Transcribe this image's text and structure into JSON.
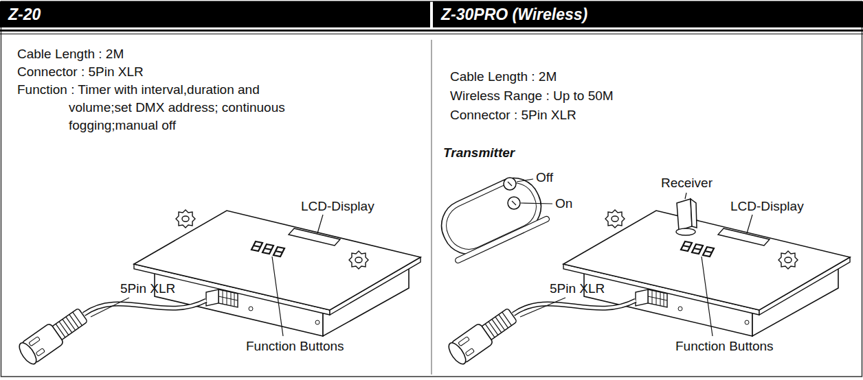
{
  "diagram": {
    "nodes": [
      {
        "text": [
          "Z-20"
        ]
      },
      {
        "text": [
          "Z-30PRO (Wireless)"
        ]
      }
    ],
    "labels": [
      "Cable Length : 2M",
      "Connector : 5Pin XLR",
      "Function : Timer with interval,duration and volume;set DMX address; continuous fogging;manual off",
      "LCD-Display",
      "5Pin XLR",
      "Function Buttons",
      "Cable Length : 2M",
      "Wireless Range : Up to 50M",
      "Connector : 5Pin XLR",
      "Transmitter",
      "Off",
      "On",
      "Receiver",
      "LCD-Display",
      "5Pin XLR",
      "Function Buttons"
    ]
  }
}
